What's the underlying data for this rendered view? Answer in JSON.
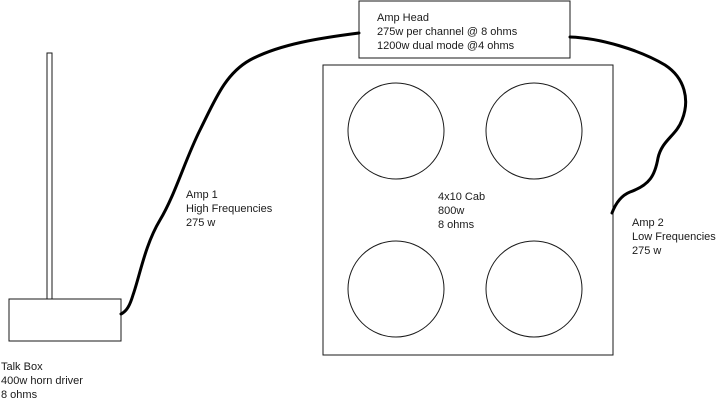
{
  "amp_head": {
    "title": "Amp Head",
    "line1": "275w per channel @ 8 ohms",
    "line2": "1200w dual mode @4 ohms"
  },
  "cab": {
    "title": "4x10 Cab",
    "power": "800w",
    "impedance": "8 ohms",
    "speaker_count": 4
  },
  "talk_box": {
    "title": "Talk Box",
    "driver": "400w horn driver",
    "impedance": "8 ohms"
  },
  "amp1": {
    "title": "Amp 1",
    "range": "High Frequencies",
    "power": "275 w"
  },
  "amp2": {
    "title": "Amp 2",
    "range": "Low Frequencies",
    "power": "275 w"
  },
  "colors": {
    "stroke": "#1a1a1a",
    "cable": "#000000",
    "background": "#ffffff"
  }
}
